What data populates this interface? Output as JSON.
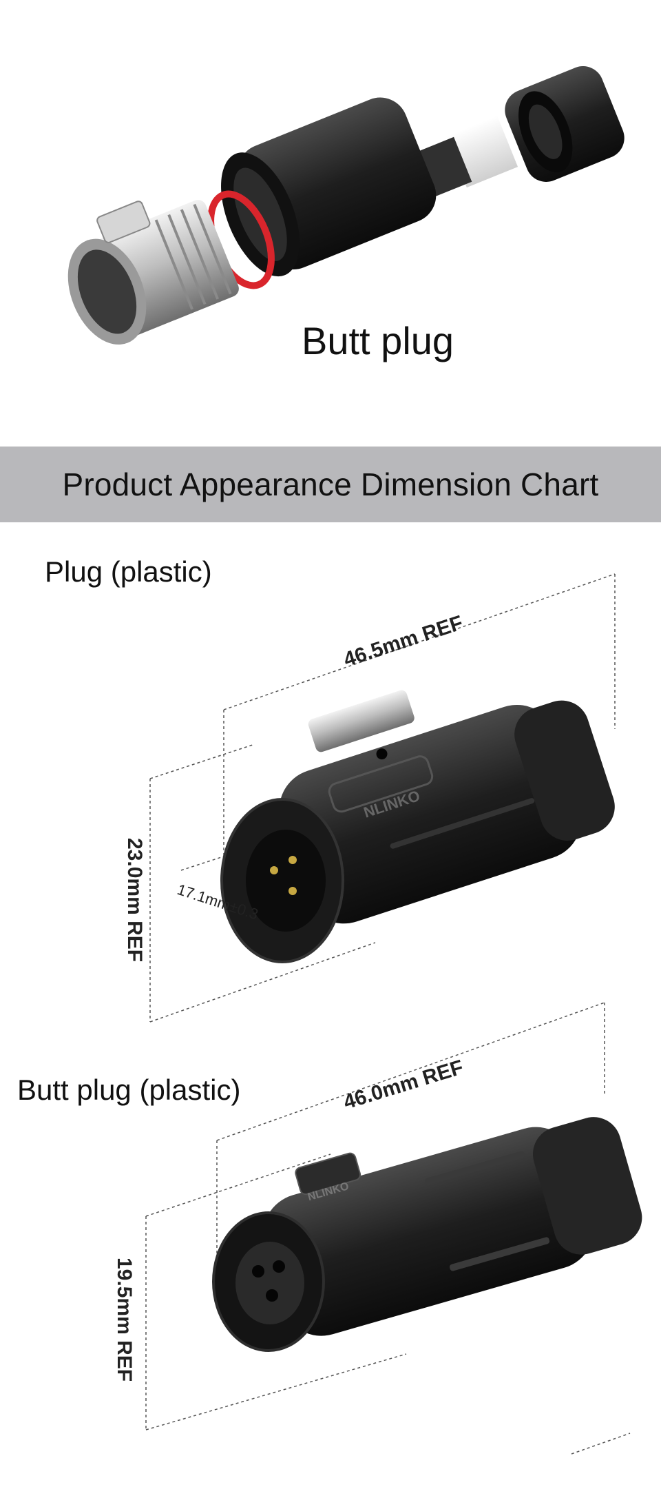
{
  "hero": {
    "caption": "Butt plug"
  },
  "banner": {
    "title": "Product Appearance Dimension Chart"
  },
  "plug": {
    "label": "Plug (plastic)",
    "length": "46.5mm REF",
    "height": "23.0mm REF",
    "face": "17.1mm±0.3",
    "brand": "NLINKO"
  },
  "butt_plug": {
    "label": "Butt plug (plastic)",
    "length": "46.0mm REF",
    "height": "19.5mm REF",
    "brand": "NLINKO"
  },
  "colors": {
    "banner": "#b8b8bb",
    "oring": "#d9252c",
    "body": "#1a1a1a",
    "metal": "#c8c8c8"
  }
}
